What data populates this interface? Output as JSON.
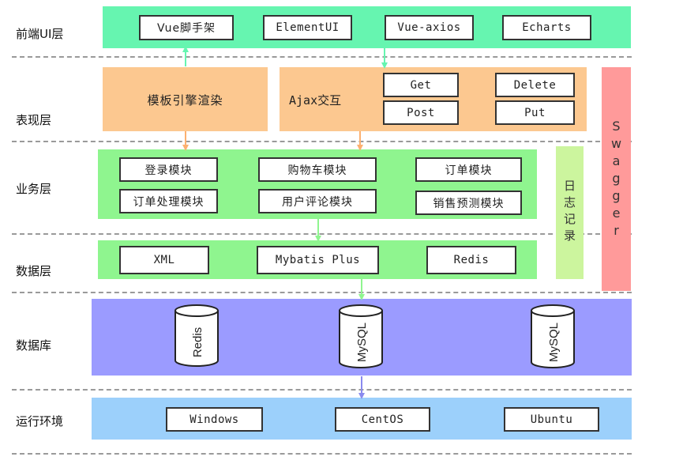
{
  "layers": {
    "frontend": "前端UI层",
    "presentation": "表现层",
    "business": "业务层",
    "data": "数据层",
    "database": "数据库",
    "runtime": "运行环境"
  },
  "frontend": {
    "items": [
      "Vue脚手架",
      "ElementUI",
      "Vue-axios",
      "Echarts"
    ]
  },
  "presentation": {
    "template": "模板引擎渲染",
    "ajax": "Ajax交互",
    "methods": [
      "Get",
      "Delete",
      "Post",
      "Put"
    ]
  },
  "business": {
    "modules": [
      "登录模块",
      "购物车模块",
      "订单模块",
      "订单处理模块",
      "用户评论模块",
      "销售预测模块"
    ]
  },
  "data": {
    "items": [
      "XML",
      "Mybatis Plus",
      "Redis"
    ]
  },
  "database": {
    "items": [
      "Redis",
      "MySQL",
      "MySQL"
    ]
  },
  "runtime": {
    "items": [
      "Windows",
      "CentOS",
      "Ubuntu"
    ]
  },
  "sidebars": {
    "log": "日志记录",
    "swagger": "Swagger"
  },
  "colors": {
    "frontend": "#66f5b0",
    "presentation": "#fcc890",
    "business": "#8ff58f",
    "log": "#ccf59e",
    "swagger": "#ff9a9a",
    "database": "#9b9bff",
    "runtime": "#9cd0fb"
  }
}
